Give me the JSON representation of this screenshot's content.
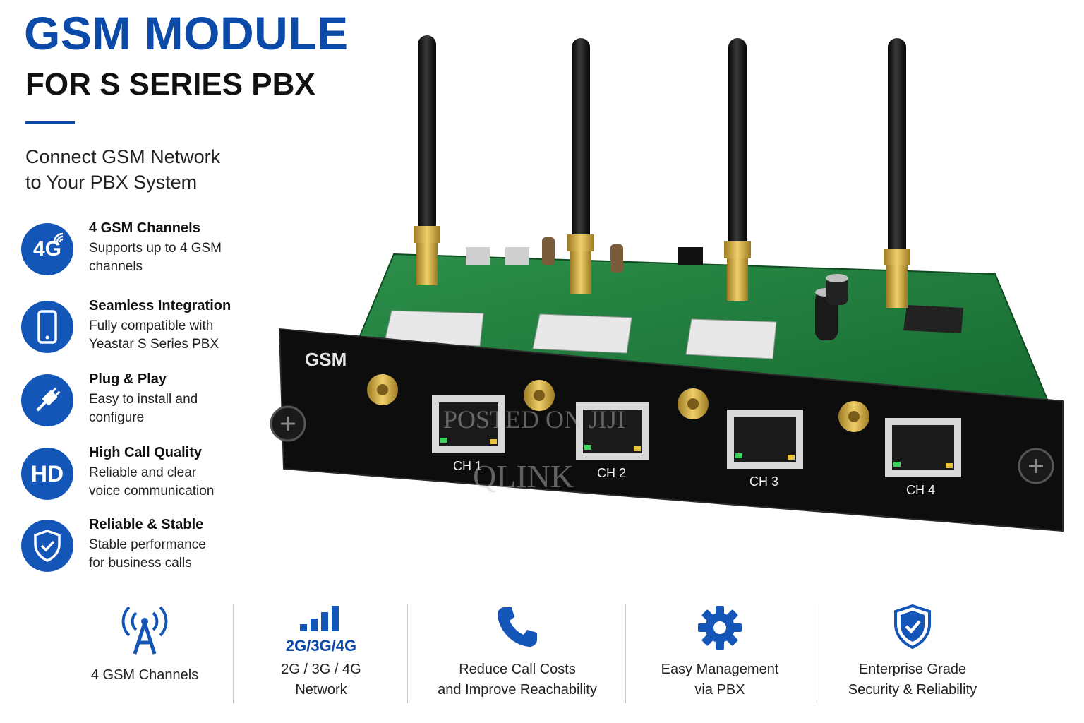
{
  "header": {
    "title": "GSM MODULE",
    "subtitle": "FOR S SERIES PBX",
    "tagline_line1": "Connect GSM Network",
    "tagline_line2": "to Your PBX System"
  },
  "features": [
    {
      "icon": "4g-signal-icon",
      "icon_text": "4G",
      "title": "4 GSM Channels",
      "desc_line1": "Supports up to 4 GSM",
      "desc_line2": "channels"
    },
    {
      "icon": "smartphone-icon",
      "title": "Seamless Integration",
      "desc_line1": "Fully compatible with",
      "desc_line2": "Yeastar S Series PBX"
    },
    {
      "icon": "plug-icon",
      "title": "Plug & Play",
      "desc_line1": "Easy to install and",
      "desc_line2": "configure"
    },
    {
      "icon": "hd-icon",
      "icon_text": "HD",
      "title": "High Call Quality",
      "desc_line1": "Reliable and clear",
      "desc_line2": "voice communication"
    },
    {
      "icon": "shield-check-icon",
      "title": "Reliable & Stable",
      "desc_line1": "Stable performance",
      "desc_line2": "for business calls"
    }
  ],
  "product": {
    "panel_label": "GSM",
    "ports": [
      "CH 1",
      "CH 2",
      "CH 3",
      "CH 4"
    ]
  },
  "watermark": {
    "line1": "POSTED ON JIJI",
    "line2": "QLINK"
  },
  "bottom": [
    {
      "icon": "antenna-tower-icon",
      "line1": "4 GSM Channels",
      "line2": ""
    },
    {
      "icon": "signal-bars-icon",
      "icon_text": "2G/3G/4G",
      "line1": "2G / 3G / 4G",
      "line2": "Network"
    },
    {
      "icon": "phone-icon",
      "line1": "Reduce Call Costs",
      "line2": "and Improve Reachability"
    },
    {
      "icon": "gear-icon",
      "line1": "Easy Management",
      "line2": "via PBX"
    },
    {
      "icon": "shield-check-icon",
      "line1": "Enterprise Grade",
      "line2": "Security & Reliability"
    }
  ],
  "colors": {
    "brand_blue": "#0b4aa8",
    "icon_blue": "#1455b8",
    "pcb_green": "#1f7a3a",
    "panel_black": "#111111",
    "gold": "#c9a23a"
  }
}
